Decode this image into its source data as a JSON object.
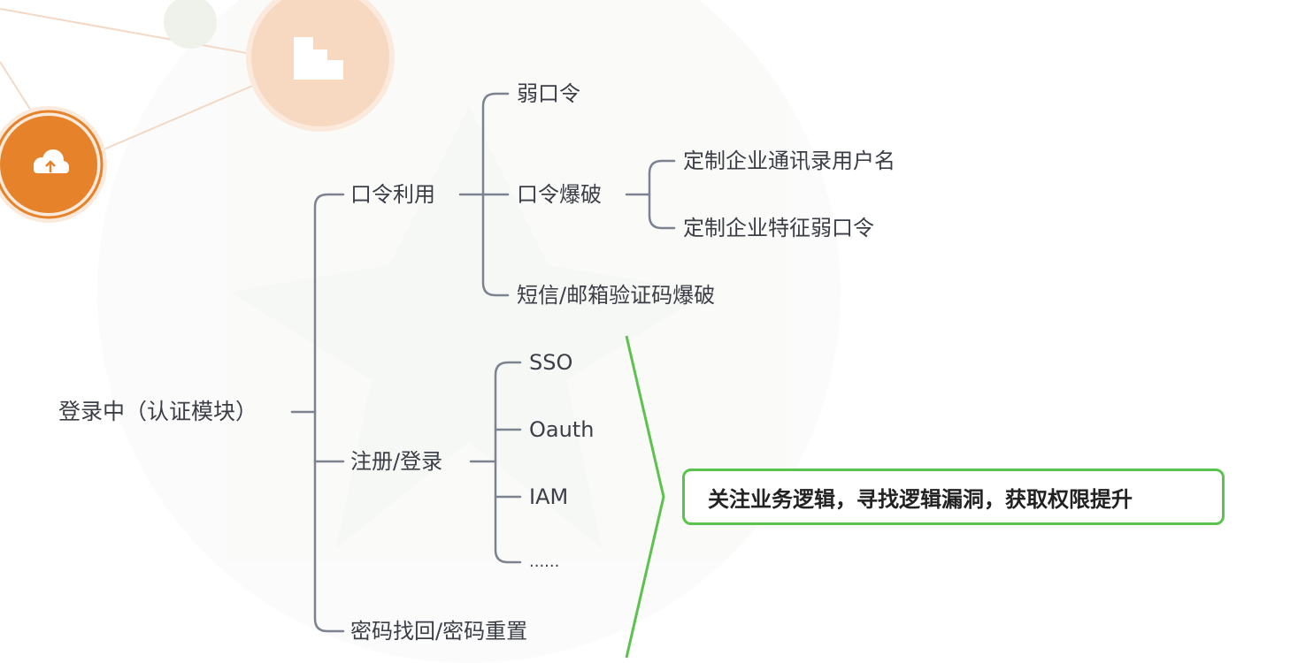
{
  "colors": {
    "line": "#7d8290",
    "accent_orange": "#e6822a",
    "accent_peach": "#f7d9c2",
    "highlight_green": "#5cc24e"
  },
  "icons": {
    "top": "building-icon",
    "left": "cloud-upload-icon"
  },
  "root": "登录中（认证模块）",
  "level1": {
    "password": "口令利用",
    "register": "注册/登录",
    "recover": "密码找回/密码重置"
  },
  "password_children": {
    "weak": "弱口令",
    "brute": "口令爆破",
    "sms": "短信/邮箱验证码爆破"
  },
  "brute_children": {
    "contacts": "定制企业通讯录用户名",
    "features": "定制企业特征弱口令"
  },
  "register_children": {
    "sso": "SSO",
    "oauth": "Oauth",
    "iam": "IAM",
    "more": "......"
  },
  "highlight": "关注业务逻辑，寻找逻辑漏洞，获取权限提升"
}
